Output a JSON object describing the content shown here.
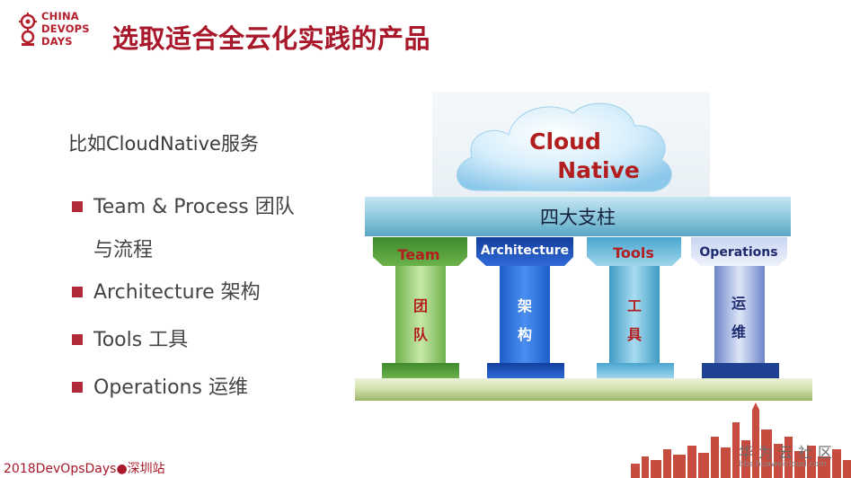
{
  "logo": {
    "lines": [
      "CHINA",
      "DEVOPS",
      "DAYS"
    ]
  },
  "title": "选取适合全云化实践的产品",
  "intro": "比如CloudNative服务",
  "bullets": [
    {
      "text": "Team & Process 团队",
      "cont": "与流程"
    },
    {
      "text": "Architecture 架构"
    },
    {
      "text": "Tools 工具"
    },
    {
      "text": "Operations 运维"
    }
  ],
  "diagram": {
    "cloud_line1": "Cloud",
    "cloud_line2": "Native",
    "beam_label": "四大支柱",
    "pillars": [
      {
        "header": "Team",
        "char1": "团",
        "char2": "队",
        "header_color": "#b21e1e",
        "char_color": "#b21e1e"
      },
      {
        "header": "Architecture",
        "char1": "架",
        "char2": "构",
        "header_color": "#ffffff",
        "char_color": "#ffffff"
      },
      {
        "header": "Tools",
        "char1": "工",
        "char2": "具",
        "header_color": "#b21e1e",
        "char_color": "#b21e1e"
      },
      {
        "header": "Operations",
        "char1": "运",
        "char2": "维",
        "header_color": "#1e2a6e",
        "char_color": "#1e2a6e"
      }
    ]
  },
  "footer": "2018DevOpsDays●深圳站",
  "watermark": {
    "title": "华为云社区",
    "url": "bbs.huaweicloud.com"
  },
  "colors": {
    "brand_red": "#a8182a",
    "beam": "#8cc6dc",
    "cloud_text": "#b21e1e"
  }
}
